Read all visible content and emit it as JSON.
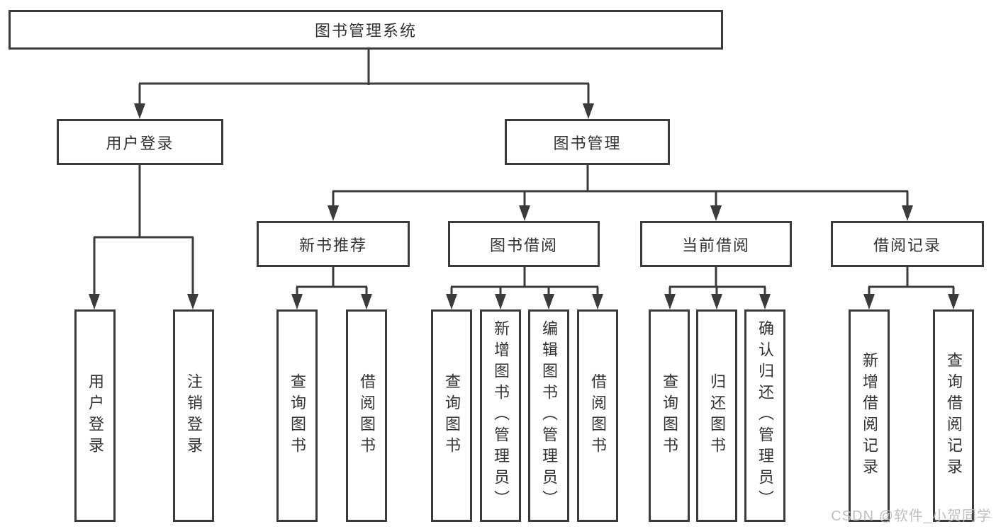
{
  "diagram": {
    "root": {
      "label": "图书管理系统"
    },
    "branches": [
      {
        "label": "用户登录",
        "leaves": [
          {
            "label": "用户登录"
          },
          {
            "label": "注销登录"
          }
        ]
      },
      {
        "label": "图书管理",
        "sections": [
          {
            "label": "新书推荐",
            "leaves": [
              {
                "label": "查询图书"
              },
              {
                "label": "借阅图书"
              }
            ]
          },
          {
            "label": "图书借阅",
            "leaves": [
              {
                "label": "查询图书"
              },
              {
                "label": "新增图书（管理员）"
              },
              {
                "label": "编辑图书（管理员）"
              },
              {
                "label": "借阅图书"
              }
            ]
          },
          {
            "label": "当前借阅",
            "leaves": [
              {
                "label": "查询图书"
              },
              {
                "label": "归还图书"
              },
              {
                "label": "确认归还（管理员）"
              }
            ]
          },
          {
            "label": "借阅记录",
            "leaves": [
              {
                "label": "新增借阅记录"
              },
              {
                "label": "查询借阅记录"
              }
            ]
          }
        ]
      }
    ]
  },
  "watermark": {
    "text": "CSDN @软件_小贺同学"
  },
  "colors": {
    "line": "#3b3b3b",
    "text": "#333333",
    "background": "#ffffff",
    "watermark": "#b9b9b9"
  }
}
